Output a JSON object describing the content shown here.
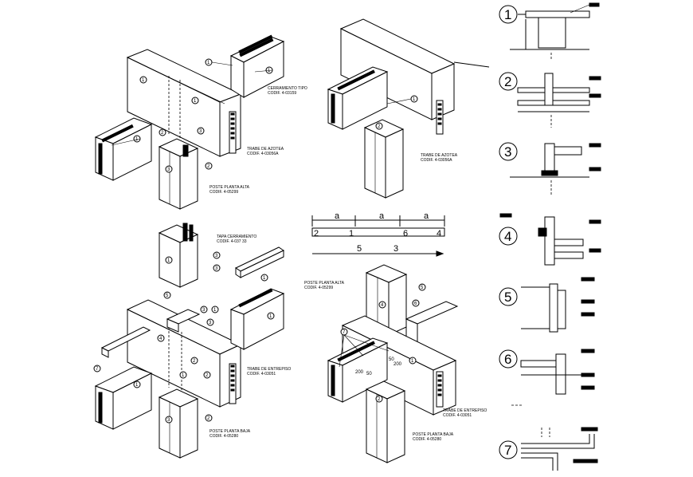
{
  "labels": {
    "cerramiento_tipo": "CERRAMIENTO TIPO",
    "codif_cerramiento": "CODIF. 4-03159",
    "trabe_azotea_1": "TRABE DE AZOTEA",
    "codif_trabe_azotea_1": "CODIF. 4-03056A",
    "poste_planta_alta_1": "POSTE PLANTA ALTA",
    "codif_poste_alta_1": "CODIF. 4-05299",
    "trabe_azotea_2": "TRABE DE AZOTEA",
    "codif_trabe_azotea_2": "CODIF. 4-03056A",
    "tapa_cerramiento": "TAPA CERRAMIENTO",
    "codif_tapa": "CODIF. 4-037 33",
    "trabe_entrepiso_1": "TRABE DE ENTREPISO",
    "codif_trabe_entrepiso_1": "CODIF. 4-03051",
    "poste_planta_baja_1": "POSTE PLANTA BAJA",
    "codif_poste_baja_1": "CODIF. 4-05280",
    "poste_planta_alta_2": "POSTE PLANTA ALTA",
    "codif_poste_alta_2": "CODIF. 4-05299",
    "trabe_entrepiso_2": "TRABE DE ENTREPISO",
    "codif_trabe_entrepiso_2": "CODIF. 4-03051",
    "poste_planta_baja_2": "POSTE PLANTA BAJA",
    "codif_poste_baja_2": "CODIF. 4-05280"
  },
  "dimension_diagram": {
    "spacing_label": "a",
    "top_numbers": [
      "2",
      "1",
      "6",
      "4"
    ],
    "bottom_numbers": [
      "5",
      "3"
    ]
  },
  "dimensions": {
    "d200a": "200",
    "d200b": "200",
    "d50a": "50",
    "d50b": "50"
  },
  "detail_numbers": [
    "1",
    "2",
    "3",
    "4",
    "5",
    "6",
    "7"
  ],
  "callouts": {
    "one": "1",
    "two": "2",
    "three": "3",
    "four": "4",
    "five": "5",
    "six": "6",
    "seven": "7"
  }
}
